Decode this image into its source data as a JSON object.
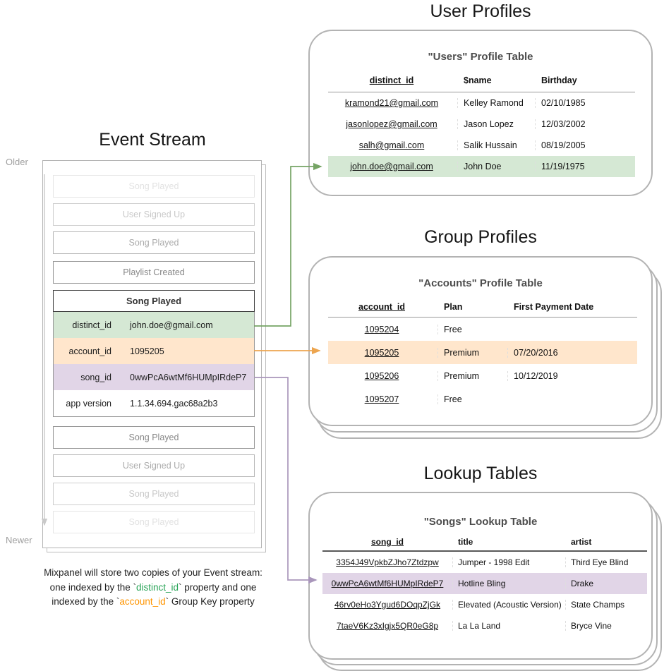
{
  "colors": {
    "green_highlight": "#d5e8d4",
    "orange_highlight": "#ffe6cc",
    "purple_highlight": "#e1d5e7",
    "green_arrow": "#76a465",
    "orange_arrow": "#eda54f",
    "purple_arrow": "#a996bb",
    "timeline_gray": "#c9c9c9",
    "caption_green": "#27a356",
    "caption_orange": "#ff9500"
  },
  "event_stream": {
    "title": "Event Stream",
    "older_label": "Older",
    "newer_label": "Newer",
    "events_before": [
      "Song Played",
      "User Signed Up",
      "Song Played",
      "Playlist Created"
    ],
    "expanded_event": {
      "name": "Song Played",
      "properties": [
        {
          "key": "distinct_id",
          "value": "john.doe@gmail.com",
          "highlight": "green"
        },
        {
          "key": "account_id",
          "value": "1095205",
          "highlight": "orange"
        },
        {
          "key": "song_id",
          "value": "0wwPcA6wtMf6HUMpIRdeP7",
          "highlight": "purple"
        },
        {
          "key": "app version",
          "value": "1.1.34.694.gac68a2b3",
          "highlight": "none"
        }
      ]
    },
    "events_after": [
      "Song Played",
      "User Signed Up",
      "Song Played",
      "Song Played"
    ],
    "caption": {
      "line1": "Mixpanel will store two copies of your Event stream:",
      "line2_pre": "one indexed by the `",
      "line2_code": "distinct_id",
      "line2_post": "` property and one",
      "line3_pre": "indexed by the `",
      "line3_code": "account_id",
      "line3_post": "` Group Key property"
    }
  },
  "user_profiles": {
    "section_title": "User Profiles",
    "table_title": "\"Users\" Profile Table",
    "columns": [
      "distinct_id",
      "$name",
      "Birthday"
    ],
    "rows": [
      [
        "kramond21@gmail.com",
        "Kelley Ramond",
        "02/10/1985"
      ],
      [
        "jasonlopez@gmail.com",
        "Jason Lopez",
        "12/03/2002"
      ],
      [
        "salh@gmail.com",
        "Salik Hussain",
        "08/19/2005"
      ],
      [
        "john.doe@gmail.com",
        "John Doe",
        "11/19/1975"
      ]
    ],
    "highlighted_row": "john.doe@gmail.com"
  },
  "group_profiles": {
    "section_title": "Group Profiles",
    "table_title": "\"Accounts\" Profile Table",
    "columns": [
      "account_id",
      "Plan",
      "First Payment Date"
    ],
    "rows": [
      [
        "1095204",
        "Free",
        ""
      ],
      [
        "1095205",
        "Premium",
        "07/20/2016"
      ],
      [
        "1095206",
        "Premium",
        "10/12/2019"
      ],
      [
        "1095207",
        "Free",
        ""
      ]
    ],
    "highlighted_row": "1095205"
  },
  "lookup_tables": {
    "section_title": "Lookup Tables",
    "table_title": "\"Songs\" Lookup Table",
    "columns": [
      "song_id",
      "title",
      "artist"
    ],
    "rows": [
      [
        "3354J49VpkbZJho7Ztdzpw",
        "Jumper - 1998 Edit",
        "Third Eye Blind"
      ],
      [
        "0wwPcA6wtMf6HUMpIRdeP7",
        "Hotline Bling",
        "Drake"
      ],
      [
        "46rv0eHo3Ygud6DOqpZjGk",
        "Elevated (Acoustic Version)",
        "State Champs"
      ],
      [
        "7taeV6Kz3xIgjx5QR0eG8p",
        "La La Land",
        "Bryce Vine"
      ]
    ],
    "highlighted_row": "0wwPcA6wtMf6HUMpIRdeP7"
  }
}
